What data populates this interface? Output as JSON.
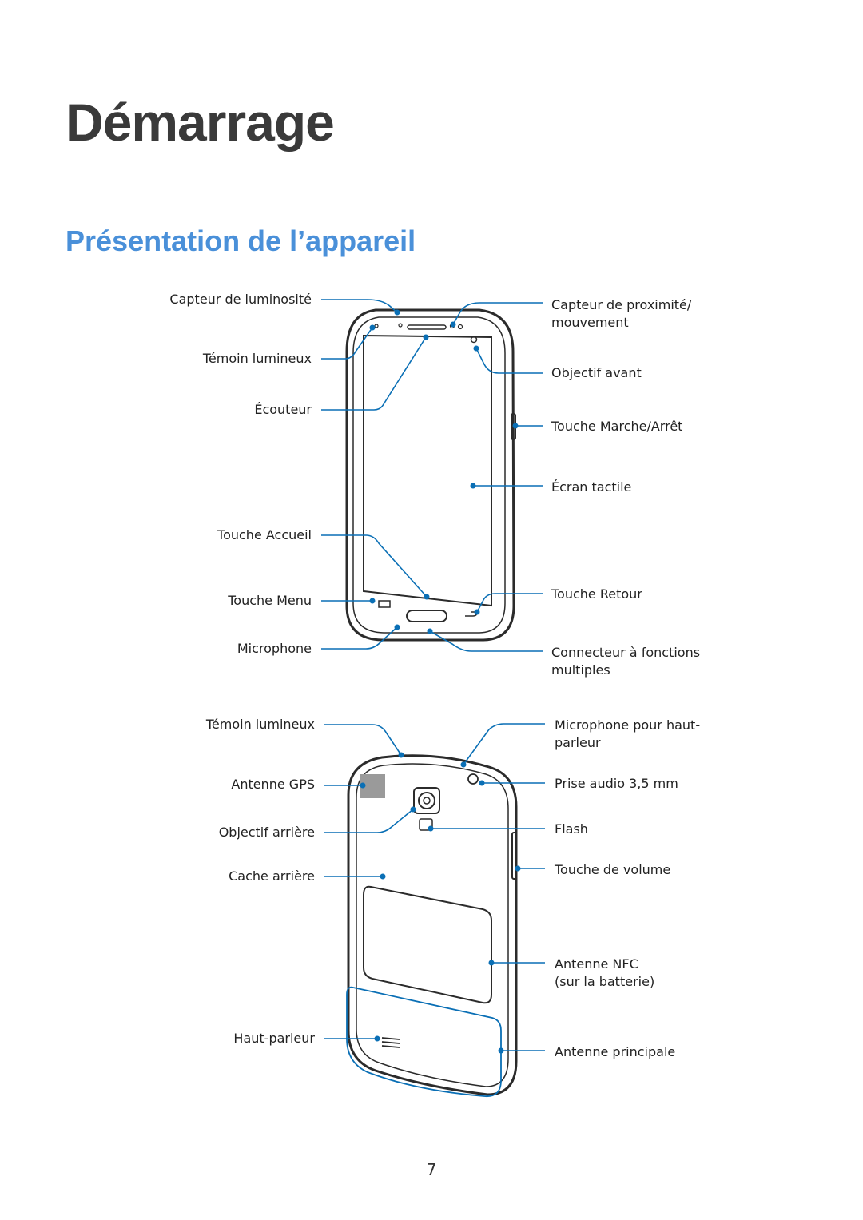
{
  "chapter_title": "Démarrage",
  "section_title": "Présentation de l’appareil",
  "page_number": "7",
  "colors": {
    "accent": "#4a90d9",
    "callout": "#0a6fb5",
    "outline": "#2b2b2b"
  },
  "front": {
    "light_sensor": "Capteur de luminosité",
    "indicator": "Témoin lumineux",
    "earpiece": "Écouteur",
    "home_key": "Touche Accueil",
    "menu_key": "Touche Menu",
    "microphone": "Microphone",
    "proximity_1": "Capteur de proximité/",
    "proximity_2": "mouvement",
    "front_camera": "Objectif avant",
    "power_key": "Touche Marche/Arrêt",
    "touchscreen": "Écran tactile",
    "back_key": "Touche Retour",
    "mfc_1": "Connecteur à fonctions",
    "mfc_2": "multiples"
  },
  "back": {
    "indicator": "Témoin lumineux",
    "gps": "Antenne GPS",
    "rear_camera": "Objectif arrière",
    "back_cover": "Cache arrière",
    "speaker": "Haut-parleur",
    "spk_mic_1": "Microphone pour haut-",
    "spk_mic_2": "parleur",
    "headset": "Prise audio 3,5 mm",
    "flash": "Flash",
    "volume": "Touche de volume",
    "nfc_1": "Antenne NFC",
    "nfc_2": "(sur la batterie)",
    "main_antenna": "Antenne principale"
  }
}
